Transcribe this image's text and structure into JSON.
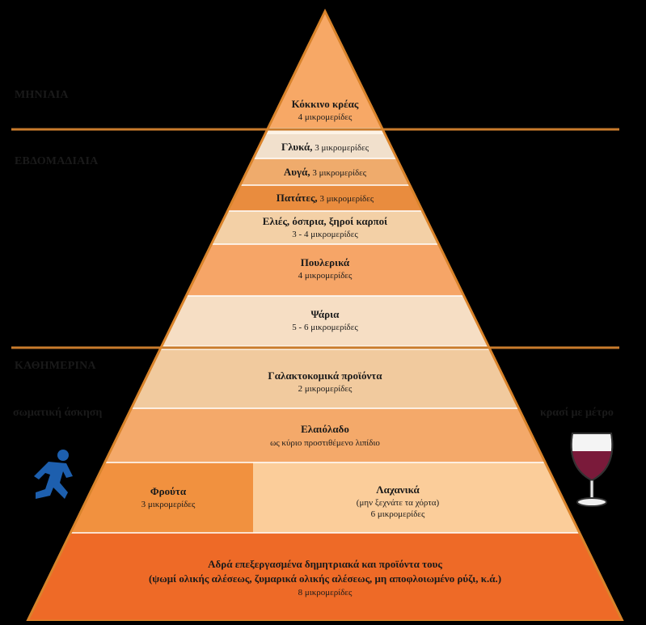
{
  "frequency_labels": {
    "monthly": "ΜΗΝΙΑΙΑ",
    "weekly": "ΕΒΔΟΜΑΔΙΑΙΑ",
    "daily": "ΚΑΘΗΜΕΡΙΝΑ"
  },
  "side_labels": {
    "exercise": "σωματική άσκηση",
    "wine": "κρασί με μέτρο"
  },
  "icons": {
    "exercise": "running-person-icon",
    "wine": "wine-glass-icon"
  },
  "colors": {
    "outline": "#d9832a",
    "divider": "#c97b2c",
    "text": "#1a1a1a"
  },
  "tiers": [
    {
      "id": "red-meat",
      "bold": "Κόκκινο κρέας",
      "detail": "4 μικρομερίδες",
      "color": "#f7a866"
    },
    {
      "id": "sweets",
      "bold": "Γλυκά,",
      "detail": "3 μικρομερίδες",
      "color": "#f1e0cc"
    },
    {
      "id": "eggs",
      "bold": "Αυγά,",
      "detail": "3 μικρομερίδες",
      "color": "#efab6c"
    },
    {
      "id": "potatoes",
      "bold": "Πατάτες,",
      "detail": "3 μικρομερίδες",
      "color": "#e98c3e"
    },
    {
      "id": "olives",
      "bold": "Ελιές, όσπρια, ξηροί καρποί",
      "detail": "3 - 4 μικρομερίδες",
      "color": "#f3d0a6"
    },
    {
      "id": "poultry",
      "bold": "Πουλερικά",
      "detail": "4 μικρομερίδες",
      "color": "#f6a567"
    },
    {
      "id": "fish",
      "bold": "Ψάρια",
      "detail": "5 - 6 μικρομερίδες",
      "color": "#f6dec4"
    },
    {
      "id": "dairy",
      "bold": "Γαλακτοκομικά προϊόντα",
      "detail": "2 μικρομερίδες",
      "color": "#f1ca9e"
    },
    {
      "id": "olive-oil",
      "bold": "Ελαιόλαδο",
      "detail": "ως κύριο προστιθέμενο λιπίδιο",
      "color": "#f4a96a"
    },
    {
      "id": "fruits",
      "bold": "Φρούτα",
      "detail": "3 μικρομερίδες",
      "color": "#f1913f"
    },
    {
      "id": "vegetables",
      "bold": "Λαχανικά",
      "detail": "(μην ξεχνάτε τα χόρτα)",
      "detail2": "6 μικρομερίδες",
      "color": "#fbcd9a"
    },
    {
      "id": "grains",
      "bold": "Αδρά επεξεργασμένα δημητριακά και προϊόντα τους",
      "bold2": "(ψωμί ολικής αλέσεως, ζυμαρικά ολικής αλέσεως, μη αποφλοιωμένο ρύζι, κ.ά.)",
      "detail": "8 μικρομερίδες",
      "color": "#ee6a27"
    }
  ]
}
